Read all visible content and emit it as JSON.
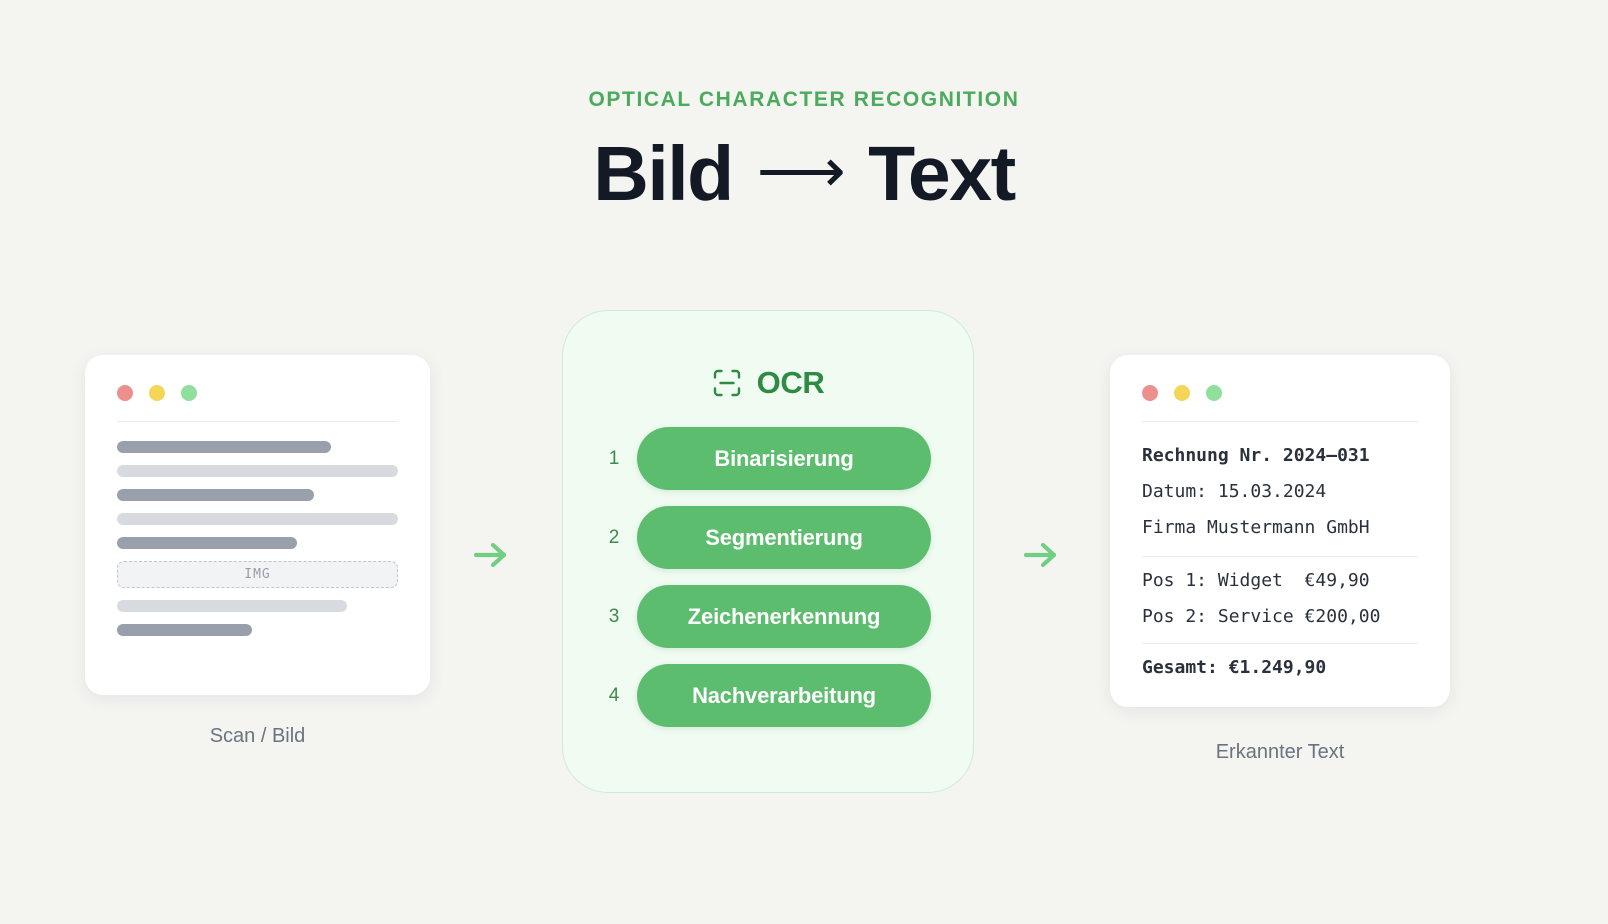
{
  "header": {
    "eyebrow": "OPTICAL CHARACTER RECOGNITION",
    "title_left": "Bild",
    "arrow": "⟶",
    "title_right": "Text"
  },
  "colors": {
    "background": "#f4f4f1",
    "accent_green": "#4bab5c",
    "pill_green": "#5bbd6d",
    "arrow_green": "#71ce83",
    "panel_bg": "#f0fbf2",
    "panel_border": "#cbedd3",
    "ink": "#131a26",
    "muted": "#6b7280",
    "skeleton_dark": "#9aa0ab",
    "skeleton_light": "#d7dbe0",
    "dot_red": "#ec908f",
    "dot_yellow": "#f3d658",
    "dot_green": "#90df9c"
  },
  "scan_card": {
    "caption": "Scan / Bild",
    "window_dots": [
      "red",
      "yellow",
      "green"
    ],
    "skeleton_lines": [
      {
        "tone": "dark",
        "width_pct": 76
      },
      {
        "tone": "light",
        "width_pct": 100
      },
      {
        "tone": "dark",
        "width_pct": 70
      },
      {
        "tone": "light",
        "width_pct": 100
      },
      {
        "tone": "dark",
        "width_pct": 64
      }
    ],
    "image_placeholder": "IMG",
    "skeleton_lines_after": [
      {
        "tone": "light",
        "width_pct": 82
      },
      {
        "tone": "dark",
        "width_pct": 48
      }
    ]
  },
  "ocr_panel": {
    "icon": "scan-frame-icon",
    "title": "OCR",
    "steps": [
      {
        "num": "1",
        "label": "Binarisierung"
      },
      {
        "num": "2",
        "label": "Segmentierung"
      },
      {
        "num": "3",
        "label": "Zeichenerkennung"
      },
      {
        "num": "4",
        "label": "Nachverarbeitung"
      }
    ]
  },
  "output_card": {
    "caption": "Erkannter Text",
    "window_dots": [
      "red",
      "yellow",
      "green"
    ],
    "header_lines": [
      {
        "text": "Rechnung Nr. 2024–031",
        "bold": true
      },
      {
        "text": "Datum: 15.03.2024",
        "bold": false
      },
      {
        "text": "Firma Mustermann GmbH",
        "bold": false
      }
    ],
    "item_lines": [
      {
        "text": "Pos 1: Widget  €49,90",
        "bold": false
      },
      {
        "text": "Pos 2: Service €200,00",
        "bold": false
      }
    ],
    "total_line": {
      "text": "Gesamt: €1.249,90",
      "bold": true
    }
  },
  "connectors": [
    {
      "name": "arrow-scan-to-ocr"
    },
    {
      "name": "arrow-ocr-to-text"
    }
  ]
}
